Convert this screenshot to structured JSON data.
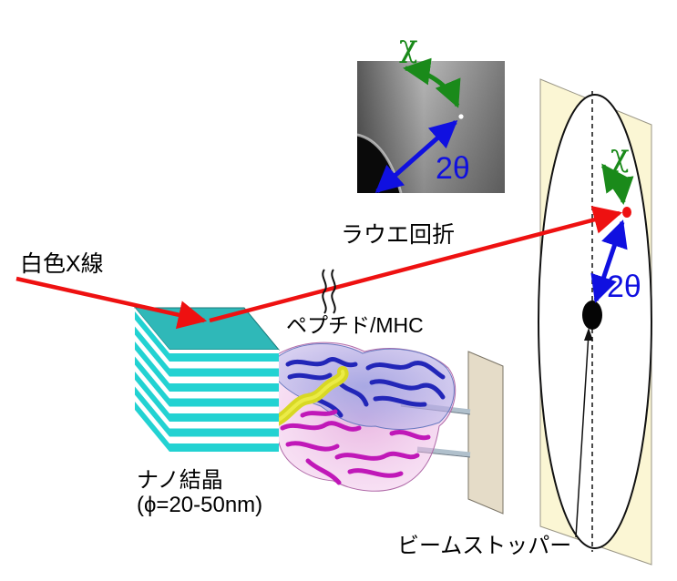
{
  "labels": {
    "white_xray": "白色X線",
    "laue": "ラウエ回折",
    "peptide_mhc": "ペプチド/MHC",
    "nanocrystal_name": "ナノ結晶",
    "nanocrystal_size": "(ϕ=20-50nm)",
    "beam_stopper": "ビームストッパー"
  },
  "symbols": {
    "chi": "χ",
    "two_theta": "2θ"
  },
  "colors": {
    "xray_beam": "#ee1111",
    "chi": "#1a8a1a",
    "two_theta": "#1010e0",
    "crystal_top": "#2fb8b8",
    "crystal_layer": "#22d2d2",
    "detector_plane": "#fbf6d4",
    "stopper_plate": "#e5dcc8",
    "protein_blue": "#2226b8",
    "protein_magenta": "#c018b8",
    "peptide_yellow": "#e6e62a"
  },
  "icons": {
    "beam_stopper": "black-ellipse",
    "diffraction_spot": "red-dot",
    "wavy_break": "double-wave-mark"
  }
}
